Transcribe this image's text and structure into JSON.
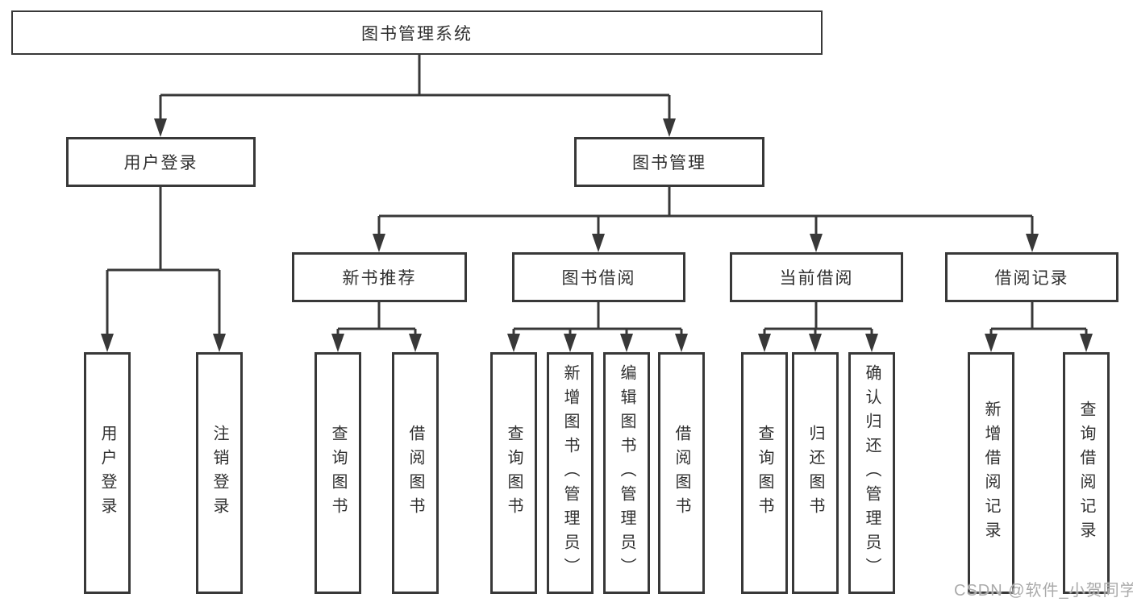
{
  "nodes": {
    "root": "图书管理系统",
    "level2": [
      "用户登录",
      "图书管理"
    ],
    "level3": [
      "新书推荐",
      "图书借阅",
      "当前借阅",
      "借阅记录"
    ],
    "leaves": [
      "用户登录",
      "注销登录",
      "查询图书",
      "借阅图书",
      "查询图书",
      "新增图书（管理员）",
      "编辑图书（管理员）",
      "借阅图书",
      "查询图书",
      "归还图书",
      "确认归还（管理员）",
      "新增借阅记录",
      "查询借阅记录"
    ]
  },
  "colors": {
    "line": "#383838",
    "text": "#303030",
    "watermark": "#ababab"
  },
  "watermark": "CSDN @软件_小贺同学"
}
